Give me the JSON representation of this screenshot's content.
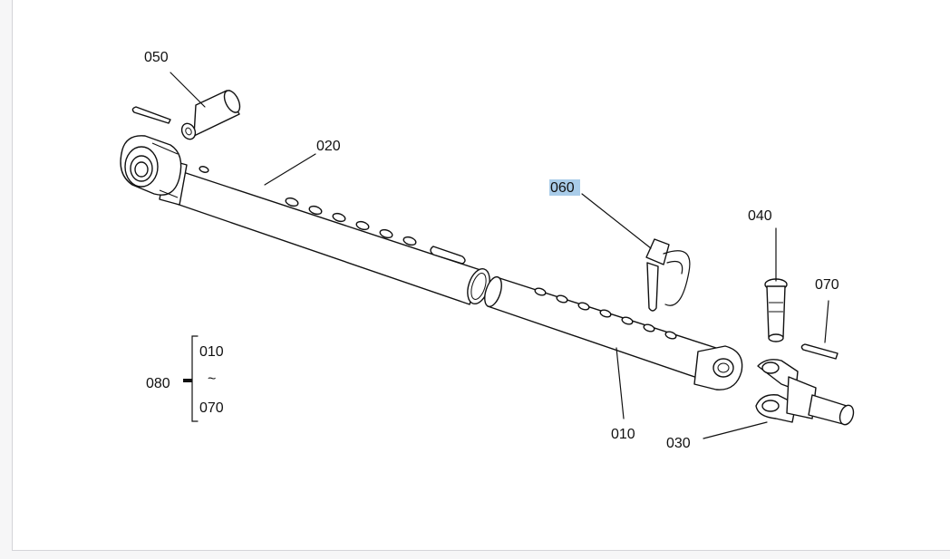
{
  "diagram": {
    "callouts": {
      "c050": "050",
      "c020": "020",
      "c060": "060",
      "c040": "040",
      "c070": "070",
      "c010": "010",
      "c030": "030",
      "c080": "080"
    },
    "range_note": {
      "from": "010",
      "tilde": "~",
      "to": "070"
    },
    "highlighted_callout": "060",
    "highlight_color": "#a9cce9"
  }
}
